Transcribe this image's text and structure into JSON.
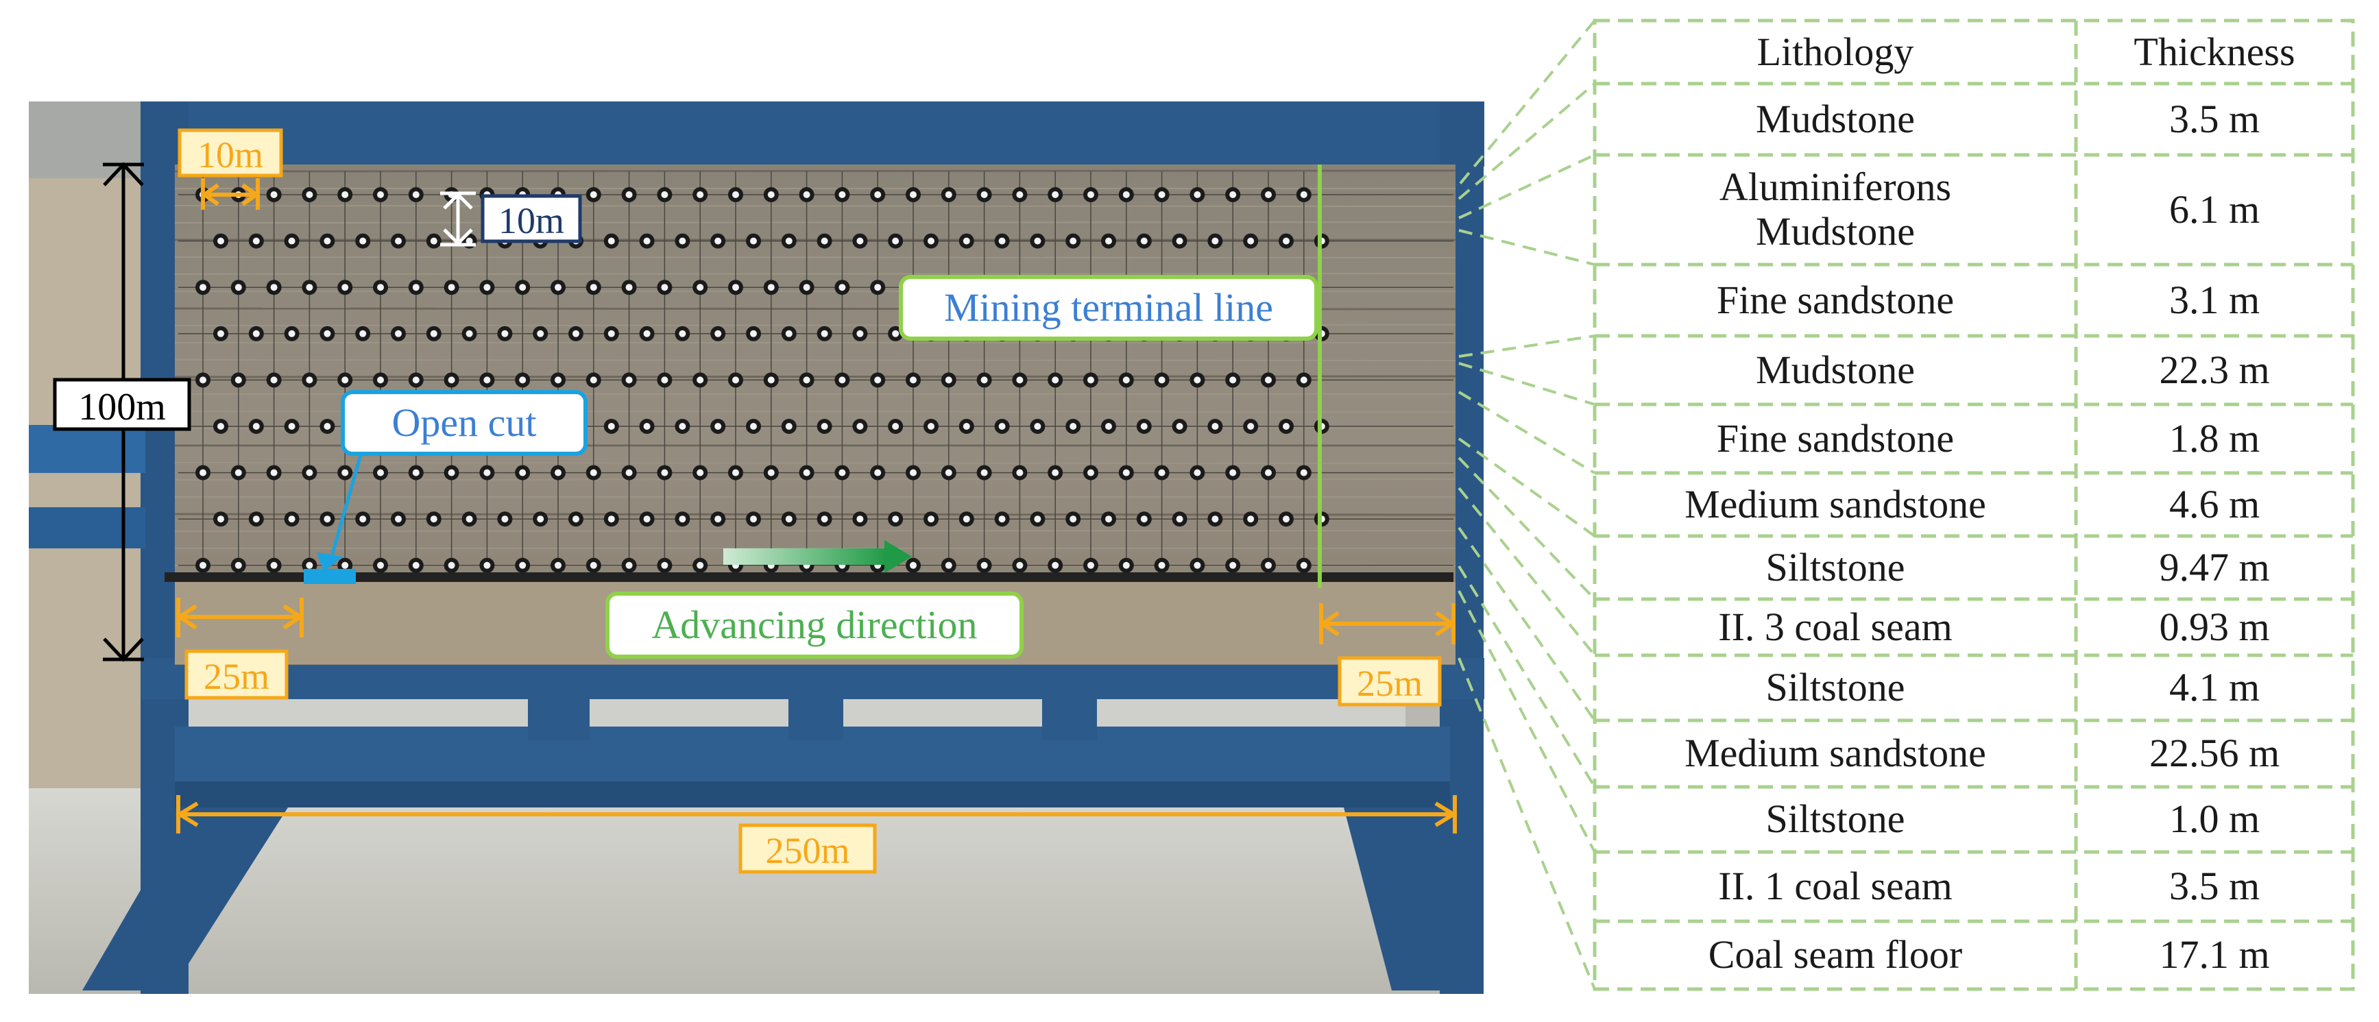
{
  "photo_labels": {
    "grid_horizontal": "10m",
    "grid_vertical": "10m",
    "model_height": "100m",
    "open_cut": "Open cut",
    "mining_terminal_line": "Mining terminal line",
    "advancing_direction": "Advancing direction",
    "left_boundary": "25m",
    "right_boundary": "25m",
    "model_length": "250m"
  },
  "table": {
    "headers": [
      "Lithology",
      "Thickness"
    ],
    "rows": [
      {
        "lithology": "Mudstone",
        "thickness": "3.5 m"
      },
      {
        "lithology": "Aluminiferons\nMudstone",
        "thickness": "6.1 m"
      },
      {
        "lithology": "Fine sandstone",
        "thickness": "3.1 m"
      },
      {
        "lithology": "Mudstone",
        "thickness": "22.3 m"
      },
      {
        "lithology": "Fine sandstone",
        "thickness": "1.8 m"
      },
      {
        "lithology": "Medium sandstone",
        "thickness": "4.6 m"
      },
      {
        "lithology": "Siltstone",
        "thickness": "9.47 m"
      },
      {
        "lithology": "II. 3 coal seam",
        "thickness": "0.93 m"
      },
      {
        "lithology": "Siltstone",
        "thickness": "4.1 m"
      },
      {
        "lithology": "Medium sandstone",
        "thickness": "22.56 m"
      },
      {
        "lithology": "Siltstone",
        "thickness": "1.0 m"
      },
      {
        "lithology": "II. 1 coal seam",
        "thickness": "3.5 m"
      },
      {
        "lithology": "Coal seam floor",
        "thickness": "17.1 m"
      }
    ]
  },
  "colors": {
    "frame_blue": "#2c5a8a",
    "model_face": "#8a8275",
    "dimension_orange": "#f5a81a",
    "label_box_fill": "#fff3c8",
    "open_cut_blue": "#1aa3e0",
    "terminal_green": "#8fd14a",
    "advance_green": "#2fa84f",
    "table_border_green": "#a9d18e",
    "navy_label": "#1f3a6b"
  }
}
